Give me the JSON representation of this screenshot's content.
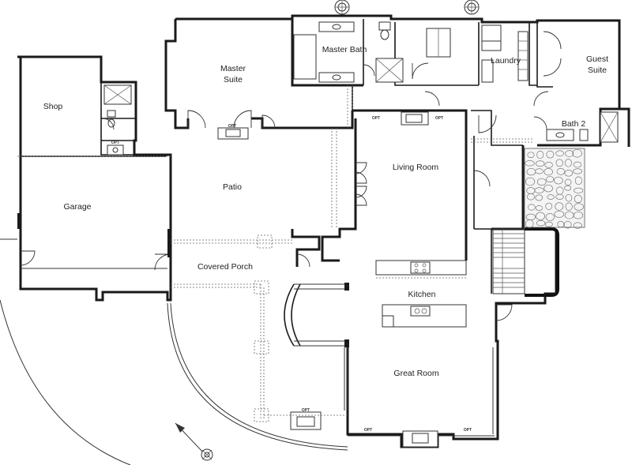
{
  "rooms": {
    "master_suite_1": "Master",
    "master_suite_2": "Suite",
    "master_bath": "Master Bath",
    "laundry": "Laundry",
    "guest_suite_1": "Guest",
    "guest_suite_2": "Suite",
    "shop": "Shop",
    "bath2": "Bath 2",
    "living_room": "Living Room",
    "patio": "Patio",
    "garage": "Garage",
    "covered_porch": "Covered Porch",
    "kitchen": "Kitchen",
    "great_room": "Great Room"
  },
  "opt": "OPT"
}
